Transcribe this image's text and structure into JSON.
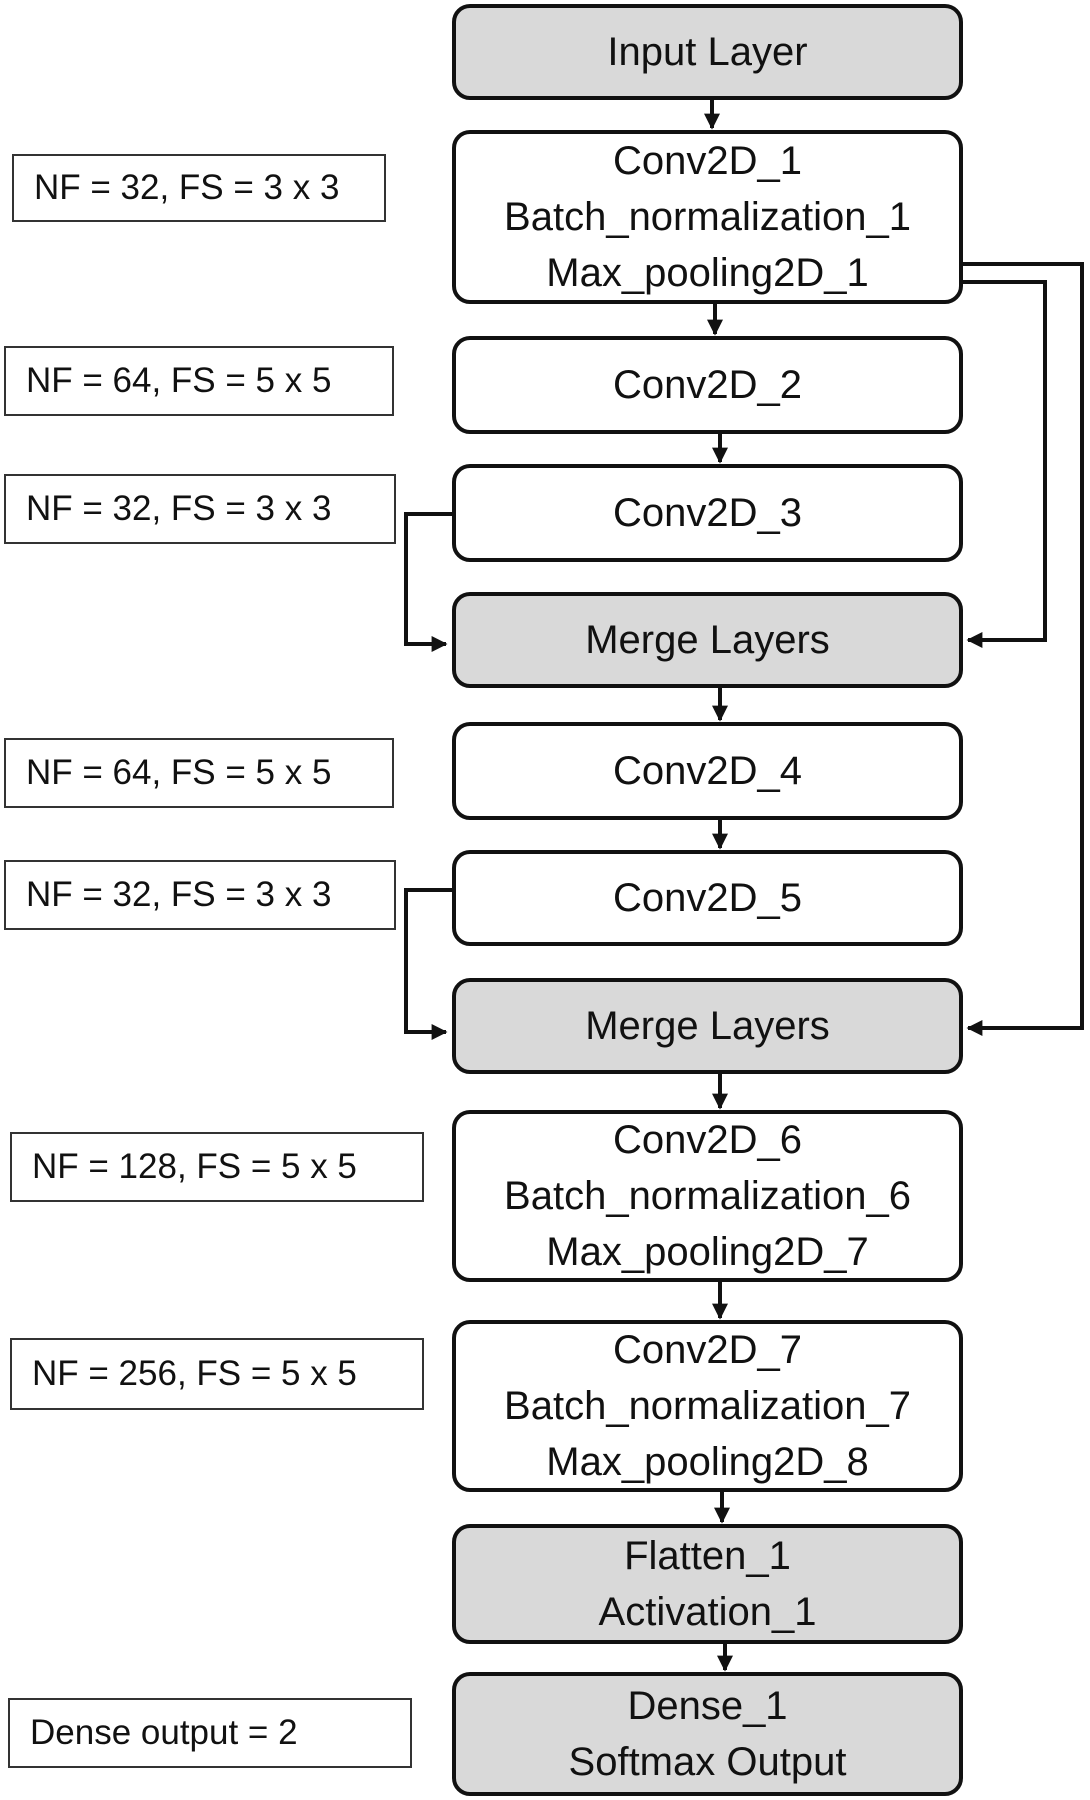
{
  "layers": {
    "input": [
      "Input Layer"
    ],
    "block1": [
      "Conv2D_1",
      "Batch_normalization_1",
      "Max_pooling2D_1"
    ],
    "conv2": [
      "Conv2D_2"
    ],
    "conv3": [
      "Conv2D_3"
    ],
    "merge1": [
      "Merge Layers"
    ],
    "conv4": [
      "Conv2D_4"
    ],
    "conv5": [
      "Conv2D_5"
    ],
    "merge2": [
      "Merge Layers"
    ],
    "block6": [
      "Conv2D_6",
      "Batch_normalization_6",
      "Max_pooling2D_7"
    ],
    "block7": [
      "Conv2D_7",
      "Batch_normalization_7",
      "Max_pooling2D_8"
    ],
    "flatten": [
      "Flatten_1",
      "Activation_1"
    ],
    "dense": [
      "Dense_1",
      "Softmax Output"
    ]
  },
  "params": {
    "block1": "NF = 32, FS = 3 x 3",
    "conv2": "NF = 64, FS = 5 x 5",
    "conv3": "NF = 32, FS = 3 x 3",
    "conv4": "NF = 64, FS = 5 x 5",
    "conv5": "NF = 32, FS = 3 x 3",
    "block6": "NF = 128, FS = 5 x 5",
    "block7": "NF = 256, FS = 5 x 5",
    "dense": "Dense output = 2"
  },
  "colors": {
    "gray_fill": "#d9d9d9",
    "stroke": "#111111"
  }
}
